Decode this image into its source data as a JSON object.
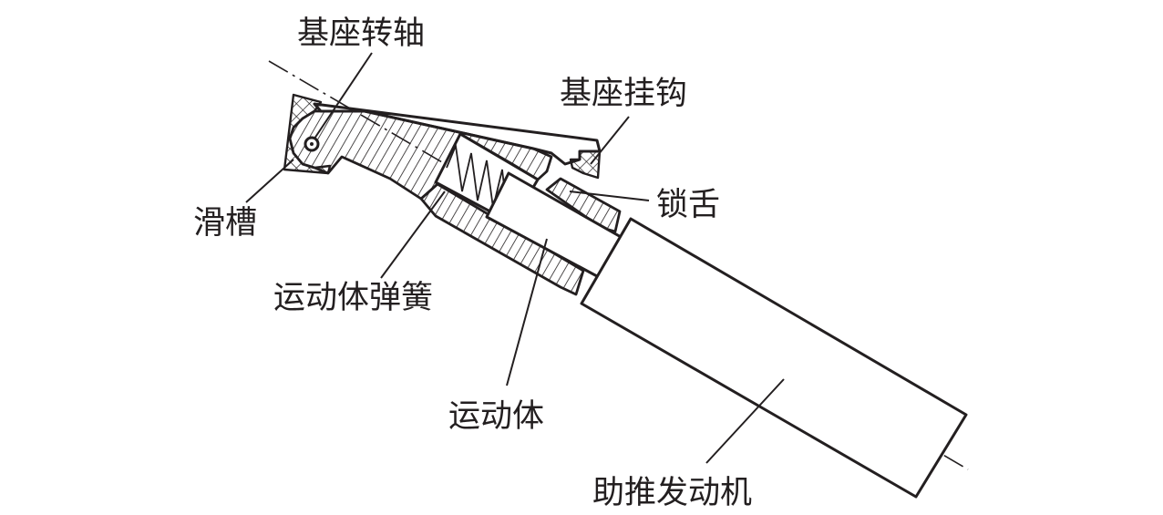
{
  "labels": {
    "base_pivot": "基座转轴",
    "base_hook": "基座挂钩",
    "slide_groove": "滑槽",
    "lock_tongue": "锁舌",
    "moving_body_spring": "运动体弹簧",
    "moving_body": "运动体",
    "booster_motor": "助推发动机"
  },
  "colors": {
    "ink": "#231f20",
    "background": "#ffffff"
  }
}
